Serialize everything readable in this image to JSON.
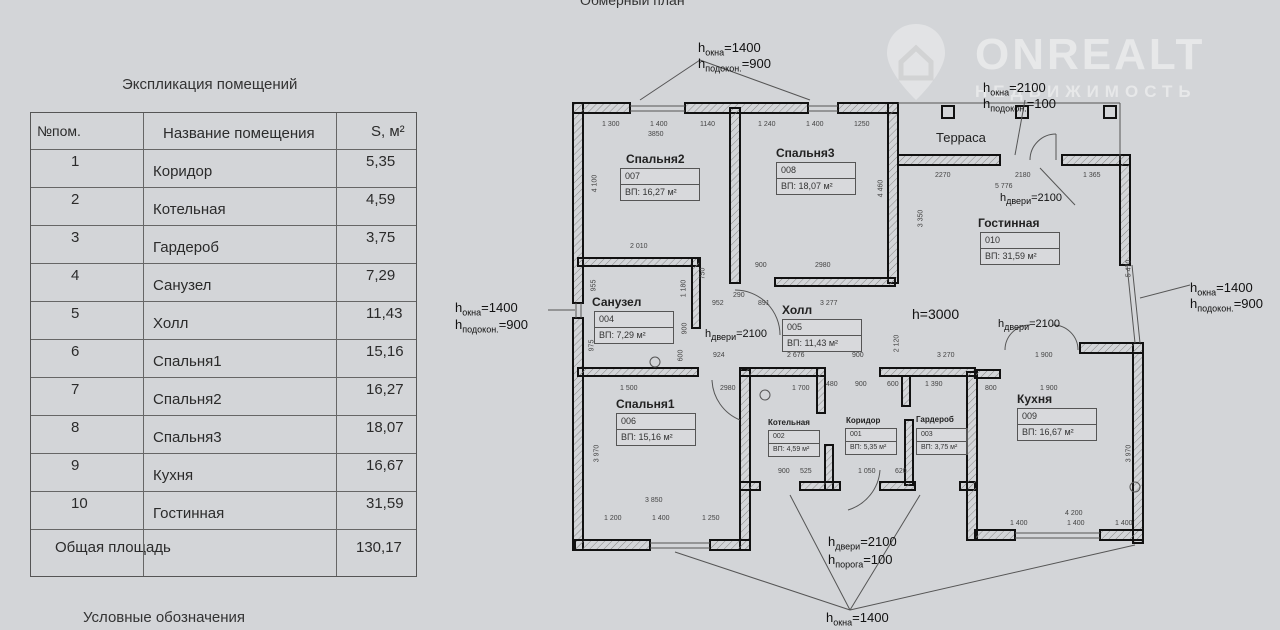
{
  "page_top_title": "Обмерный план",
  "explication": {
    "title": "Экспликация помещений",
    "headers": [
      "№пом.",
      "Название помещения",
      "S, м²"
    ],
    "rows": [
      {
        "num": "1",
        "name": "Коридор",
        "area": "5,35"
      },
      {
        "num": "2",
        "name": "Котельная",
        "area": "4,59"
      },
      {
        "num": "3",
        "name": "Гардероб",
        "area": "3,75"
      },
      {
        "num": "4",
        "name": "Санузел",
        "area": "7,29"
      },
      {
        "num": "5",
        "name": "Холл",
        "area": "11,43"
      },
      {
        "num": "6",
        "name": "Спальня1",
        "area": "15,16"
      },
      {
        "num": "7",
        "name": "Спальня2",
        "area": "16,27"
      },
      {
        "num": "8",
        "name": "Спальня3",
        "area": "18,07"
      },
      {
        "num": "9",
        "name": "Кухня",
        "area": "16,67"
      },
      {
        "num": "10",
        "name": "Гостинная",
        "area": "31,59"
      }
    ],
    "total_label": "Общая площадь",
    "total_area": "130,17"
  },
  "legend_title": "Условные обозначения",
  "watermark": {
    "brand": "ONREALT",
    "sub": "НЕДВИЖИМОСТЬ"
  },
  "plan": {
    "rooms": {
      "bedroom2": {
        "name": "Спальня2",
        "code": "007",
        "area": "ВП: 16,27 м²"
      },
      "bedroom3": {
        "name": "Спальня3",
        "code": "008",
        "area": "ВП: 18,07 м²"
      },
      "living": {
        "name": "Гостинная",
        "code": "010",
        "area": "ВП: 31,59 м²"
      },
      "bathroom": {
        "name": "Санузел",
        "code": "004",
        "area": "ВП: 7,29 м²"
      },
      "hall": {
        "name": "Холл",
        "code": "005",
        "area": "ВП: 11,43 м²"
      },
      "bedroom1": {
        "name": "Спальня1",
        "code": "006",
        "area": "ВП: 15,16 м²"
      },
      "boiler": {
        "name": "Котельная",
        "code": "002",
        "area": "ВП: 4,59 м²"
      },
      "corridor": {
        "name": "Коридор",
        "code": "001",
        "area": "ВП: 5,35 м²"
      },
      "wardrobe": {
        "name": "Гардероб",
        "code": "003",
        "area": "ВП: 3,75 м²"
      },
      "kitchen": {
        "name": "Кухня",
        "code": "009",
        "area": "ВП: 16,67 м²"
      },
      "terrace": {
        "name": "Терраса"
      }
    },
    "notes": {
      "top_window_h": "h",
      "top_window_sub": "окна",
      "top_window_val": "=1400",
      "top_sill_sub": "подокон.",
      "top_sill_val": "=900",
      "terrace_window_val": "=2100",
      "terrace_sill_val": "=100",
      "door_sub": "двери",
      "door_val": "=2100",
      "threshold_sub": "порога",
      "threshold_val": "=100",
      "ceiling": "h=3000",
      "bottom_window_val": "=1400"
    },
    "dims": [
      "1 300",
      "1 400",
      "1140",
      "3850",
      "1 240",
      "1 400",
      "1250",
      "4 100",
      "4 460",
      "2 010",
      "900",
      "2980",
      "290",
      "3 350",
      "2270",
      "2180",
      "1 365",
      "5 776",
      "5 470",
      "955",
      "1 180",
      "750",
      "952",
      "891",
      "3 277",
      "2 120",
      "975",
      "600",
      "900",
      "924",
      "2 676",
      "900",
      "3 270",
      "1 900",
      "1 900",
      "800",
      "1 500",
      "2980",
      "1 700",
      "480",
      "900",
      "600",
      "1 390",
      "3 970",
      "3 850",
      "1 200",
      "1 400",
      "1 250",
      "900",
      "525",
      "1 050",
      "620",
      "3 970",
      "4 200",
      "1 400",
      "1 400",
      "1 400"
    ]
  }
}
